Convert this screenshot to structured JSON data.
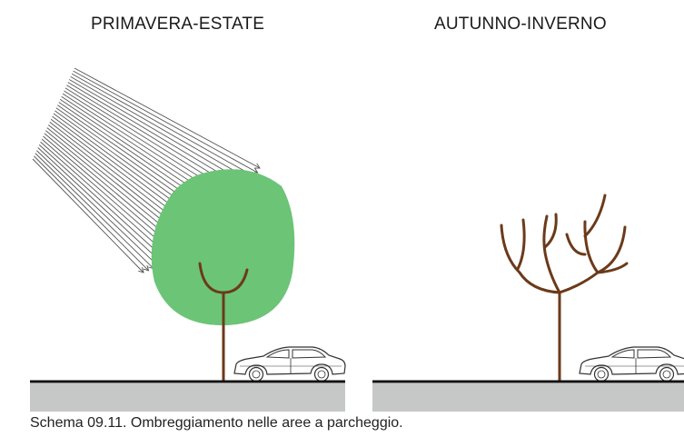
{
  "panels": {
    "left": {
      "title": "PRIMAVERA-ESTATE"
    },
    "right": {
      "title": "AUTUNNO-INVERNO"
    }
  },
  "caption": "Schema 09.11. Ombreggiamento nelle aree a parcheggio.",
  "colors": {
    "foliage": "#6cc477",
    "trunk": "#6b3a1a",
    "ground": "#c6c8c8",
    "ground_line": "#111111",
    "sun_rays": "#555555",
    "car_outline": "#333333"
  },
  "icons": [
    "sun-rays-icon",
    "tree-with-leaves-icon",
    "bare-tree-icon",
    "car-icon"
  ]
}
